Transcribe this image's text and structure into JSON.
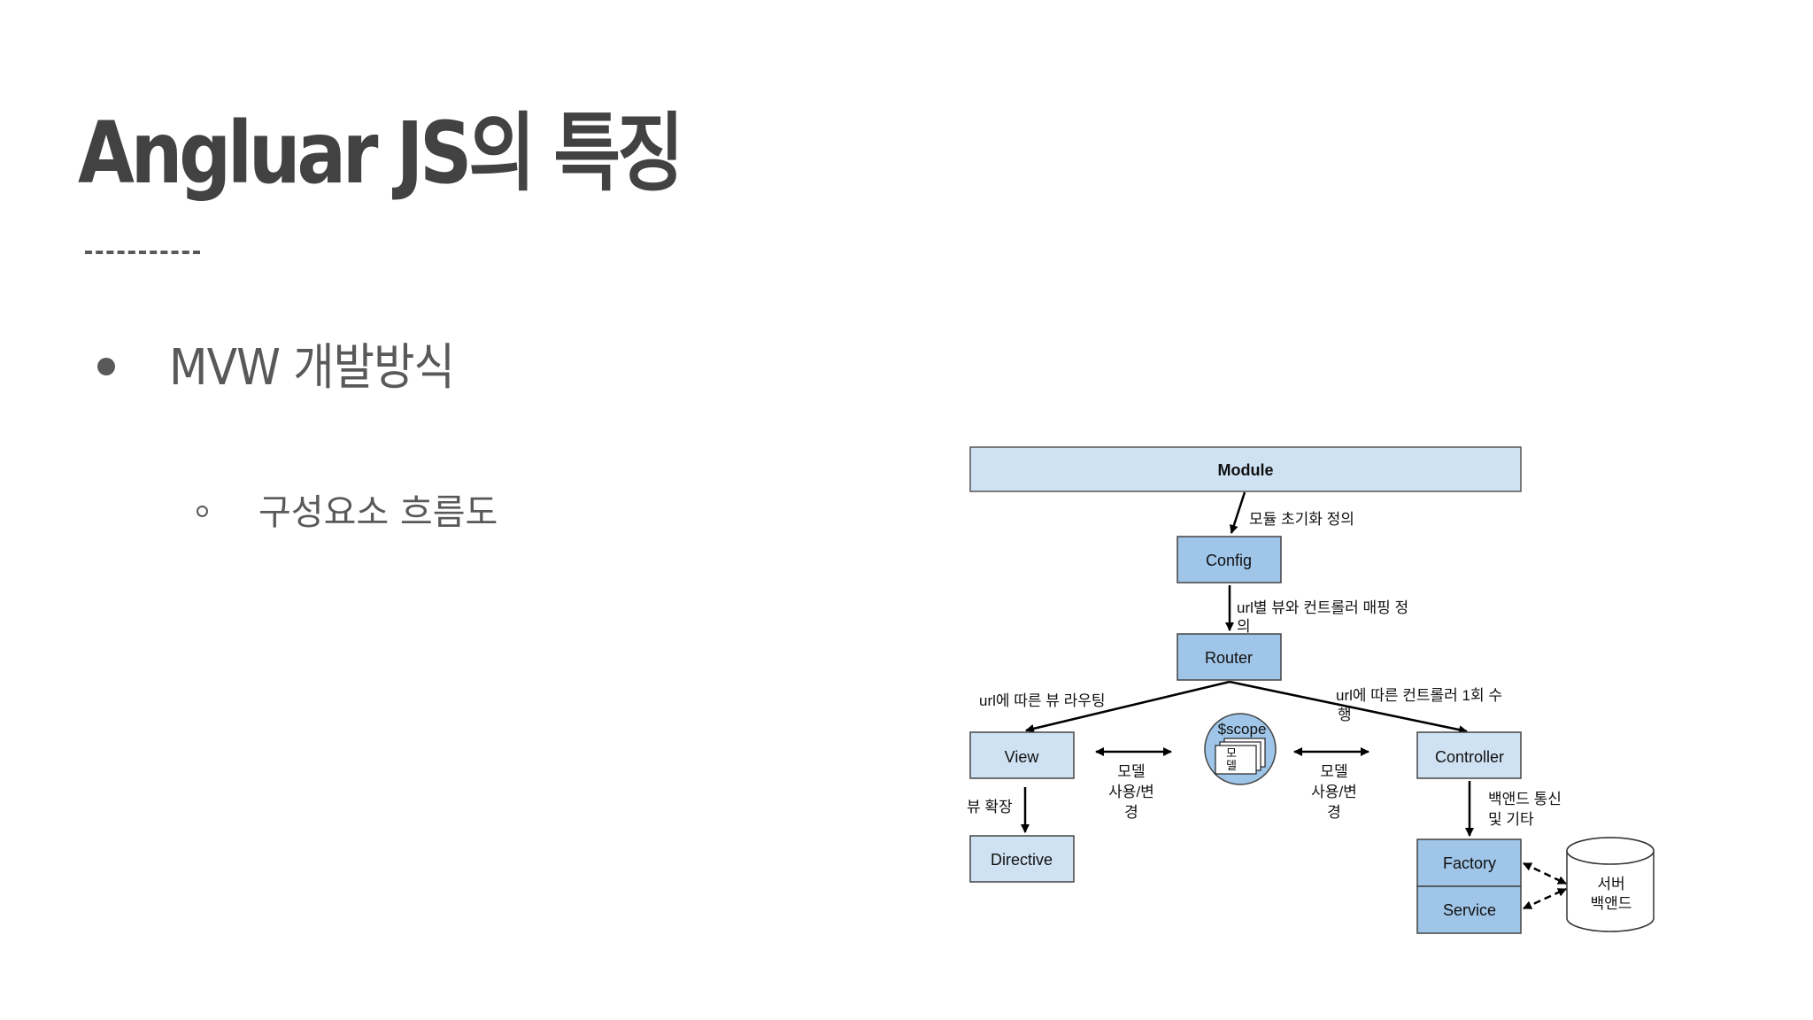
{
  "title": "Angluar JS의 특징",
  "bullet1": "MVW 개발방식",
  "bullet2": "구성요소 흐름도",
  "diagram": {
    "module": "Module",
    "config": "Config",
    "router": "Router",
    "view": "View",
    "directive": "Directive",
    "controller": "Controller",
    "factory": "Factory",
    "service": "Service",
    "scope": "$scope",
    "scope_model_1": "모",
    "scope_model_2": "델",
    "server_1": "서버",
    "server_2": "백앤드",
    "edge_module_config": "모듈 초기화 정의",
    "edge_config_router_1": "url별 뷰와 컨트롤러 매핑 정",
    "edge_config_router_2": "의",
    "edge_router_view": "url에 따른 뷰 라우팅",
    "edge_router_controller_1": "url에 따른 컨트롤러 1회 수",
    "edge_router_controller_2": "행",
    "edge_view_scope_1": "모델",
    "edge_view_scope_2": "사용/변",
    "edge_view_scope_3": "경",
    "edge_scope_controller_1": "모델",
    "edge_scope_controller_2": "사용/변",
    "edge_scope_controller_3": "경",
    "edge_view_directive": "뷰 확장",
    "edge_controller_factory_1": "백앤드 통신",
    "edge_controller_factory_2": "및 기타",
    "colors": {
      "module_fill": "#cfe2f3",
      "node_fill": "#9fc5e8",
      "light_node_fill": "#cfe2f3",
      "stroke": "#3c3c3c"
    }
  }
}
